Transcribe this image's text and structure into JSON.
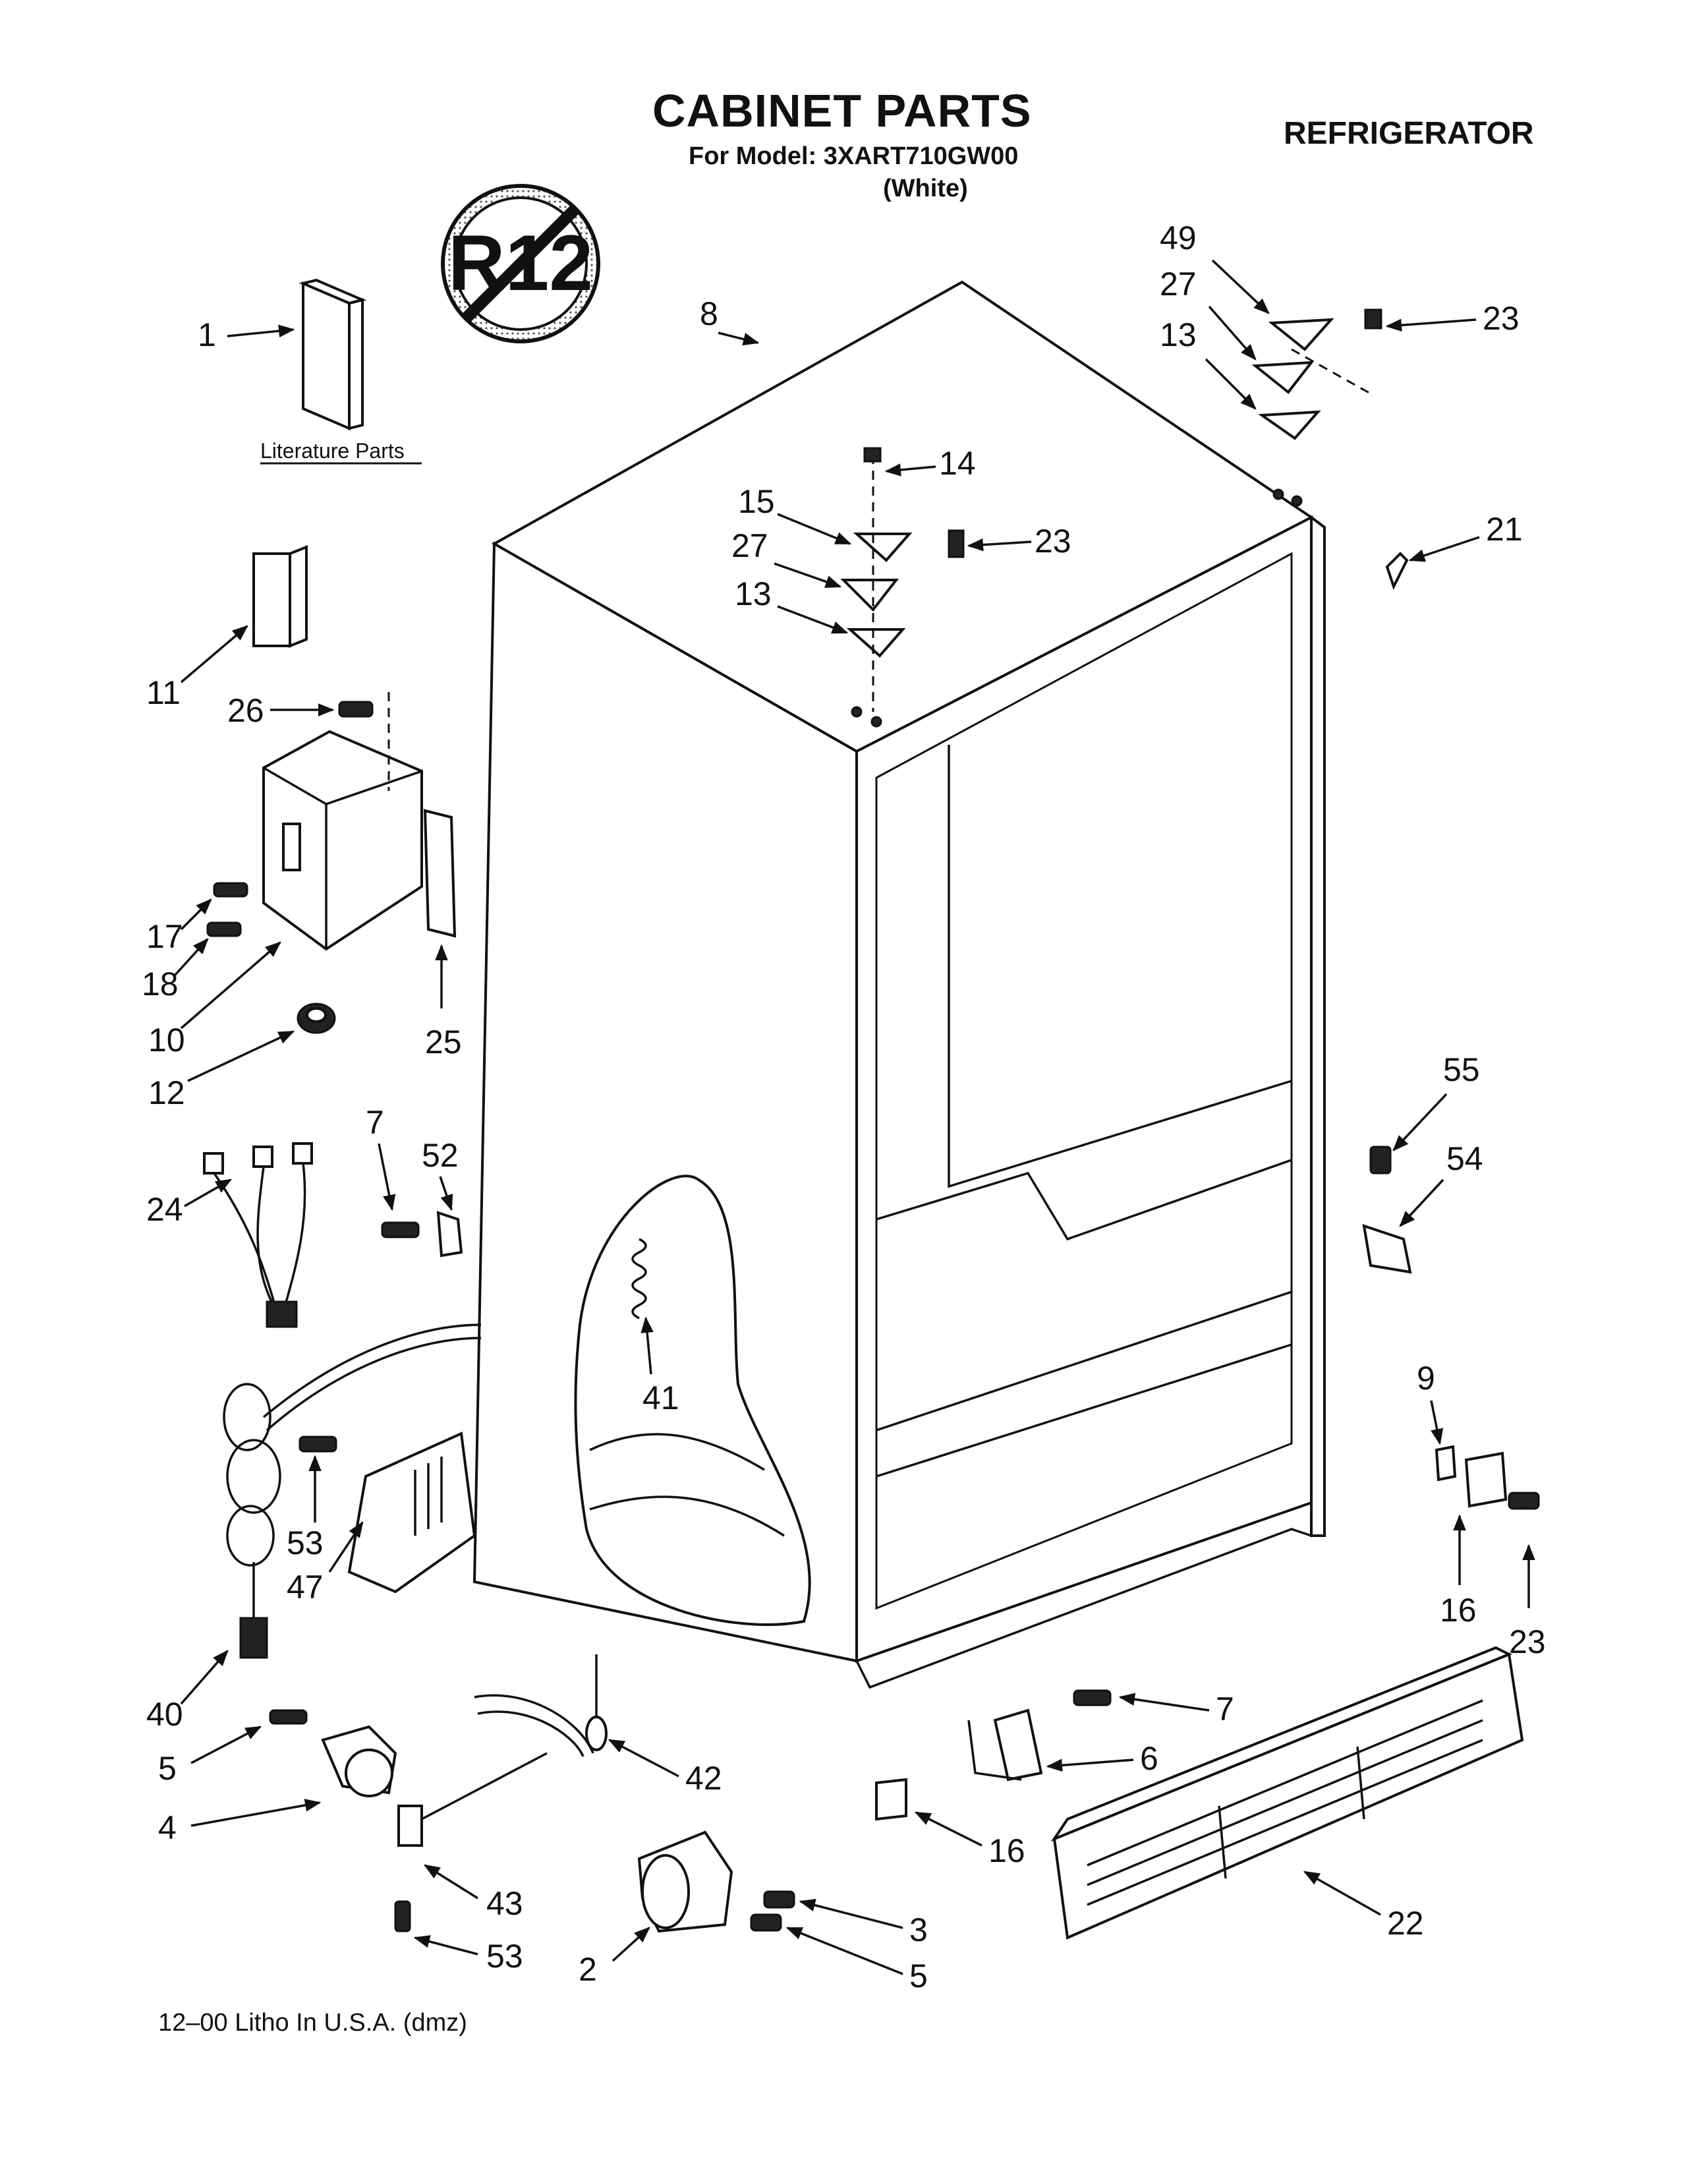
{
  "header": {
    "title": "CABINET PARTS",
    "model_line": "For Model: 3XART710GW00",
    "color_line": "(White)",
    "appliance": "REFRIGERATOR"
  },
  "literature_label": "Literature Parts",
  "r12_symbol_text": "R12",
  "footer": "12–00 Litho In U.S.A. (dmz)",
  "callouts": [
    "1",
    "8",
    "49",
    "27",
    "13",
    "23",
    "14",
    "15",
    "27",
    "23",
    "13",
    "21",
    "11",
    "26",
    "17",
    "18",
    "10",
    "25",
    "12",
    "7",
    "52",
    "24",
    "41",
    "55",
    "54",
    "9",
    "53",
    "47",
    "16",
    "23",
    "40",
    "5",
    "42",
    "7",
    "6",
    "4",
    "43",
    "53",
    "16",
    "22",
    "3",
    "2",
    "5"
  ]
}
